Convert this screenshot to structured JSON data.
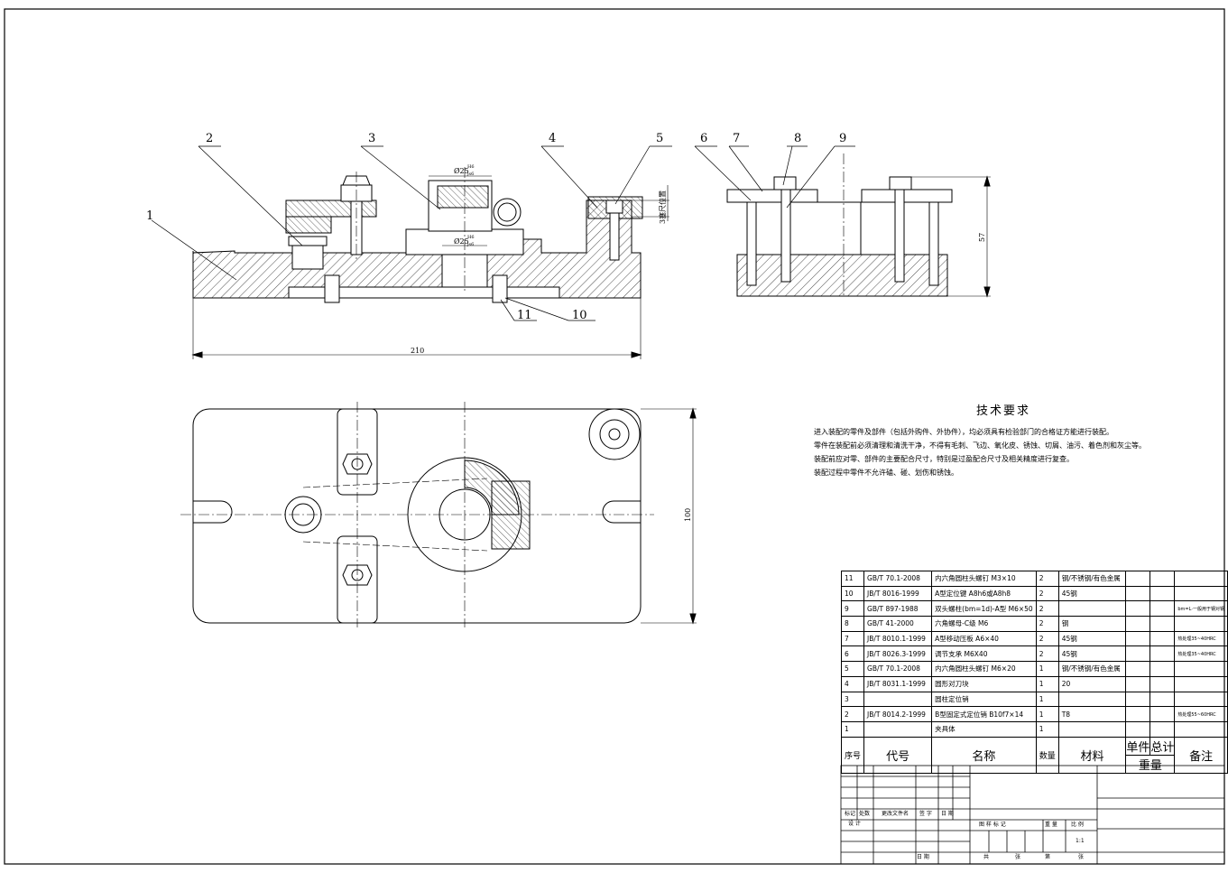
{
  "balloons": [
    "1",
    "2",
    "3",
    "4",
    "5",
    "6",
    "7",
    "8",
    "9",
    "10",
    "11"
  ],
  "dimensions": {
    "overall_length": "210",
    "overall_width": "100",
    "height": "57",
    "bore_dia_top": "Ø25",
    "bore_dia_bottom": "Ø25",
    "fit_upper": "H6",
    "fit_lower": "js6",
    "setter_note": "3塞尺位置"
  },
  "tech_requirements": {
    "title": "技术要求",
    "lines": [
      "进入装配的零件及部件（包括外购件、外协件），均必须具有检验部门的合格证方能进行装配。",
      "零件在装配前必须清理和清洗干净，不得有毛刺、飞边、氧化皮、锈蚀、切屑、油污、着色剂和灰尘等。",
      "装配前应对零、部件的主要配合尺寸，特别是过盈配合尺寸及相关精度进行复查。",
      "装配过程中零件不允许磕、碰、划伤和锈蚀。"
    ]
  },
  "bom": {
    "rows": [
      {
        "no": "11",
        "code": "GB/T 70.1-2008",
        "name": "内六角圆柱头螺钉 M3×10",
        "qty": "2",
        "material": "钢/不锈钢/有色金属",
        "note": ""
      },
      {
        "no": "10",
        "code": "JB/T 8016-1999",
        "name": "A型定位键 A8h6或A8h8",
        "qty": "2",
        "material": "45钢",
        "note": ""
      },
      {
        "no": "9",
        "code": "GB/T 897-1988",
        "name": "双头螺柱(bm=1d)-A型 M6×50",
        "qty": "2",
        "material": "",
        "note": "bm=L·一般用于钢对钢"
      },
      {
        "no": "8",
        "code": "GB/T 41-2000",
        "name": "六角螺母-C级 M6",
        "qty": "2",
        "material": "钢",
        "note": ""
      },
      {
        "no": "7",
        "code": "JB/T 8010.1-1999",
        "name": "A型移动压板 A6×40",
        "qty": "2",
        "material": "45钢",
        "note": "热处理35~40HRC"
      },
      {
        "no": "6",
        "code": "JB/T 8026.3-1999",
        "name": "调节支承 M6X40",
        "qty": "2",
        "material": "45钢",
        "note": "热处理35~40HRC"
      },
      {
        "no": "5",
        "code": "GB/T 70.1-2008",
        "name": "内六角圆柱头螺钉 M6×20",
        "qty": "1",
        "material": "钢/不锈钢/有色金属",
        "note": ""
      },
      {
        "no": "4",
        "code": "JB/T 8031.1-1999",
        "name": "圆形对刀块",
        "qty": "1",
        "material": "20",
        "note": ""
      },
      {
        "no": "3",
        "code": "",
        "name": "圆柱定位销",
        "qty": "1",
        "material": "",
        "note": ""
      },
      {
        "no": "2",
        "code": "JB/T 8014.2-1999",
        "name": "B型固定式定位销 B10f7×14",
        "qty": "1",
        "material": "T8",
        "note": "热处理55~60HRC"
      },
      {
        "no": "1",
        "code": "",
        "name": "夹具体",
        "qty": "1",
        "material": "",
        "note": ""
      }
    ],
    "headers": {
      "no": "序号",
      "code": "代号",
      "name": "名称",
      "qty": "数量",
      "material": "材料",
      "unit": "单件",
      "total": "总计",
      "weight": "重量",
      "note": "备注"
    }
  },
  "title_block": {
    "mark": "标记",
    "count": "处数",
    "change_doc": "更改文件名",
    "sign": "签 字",
    "date": "日 期",
    "design": "设 计",
    "date2": "日 期",
    "stage_mark": "图 样 标 记",
    "weight": "重 量",
    "scale": "比 例",
    "scale_value": "1:1",
    "total": "共",
    "sheets": "张",
    "sheet": "第",
    "sheet2": "张"
  }
}
